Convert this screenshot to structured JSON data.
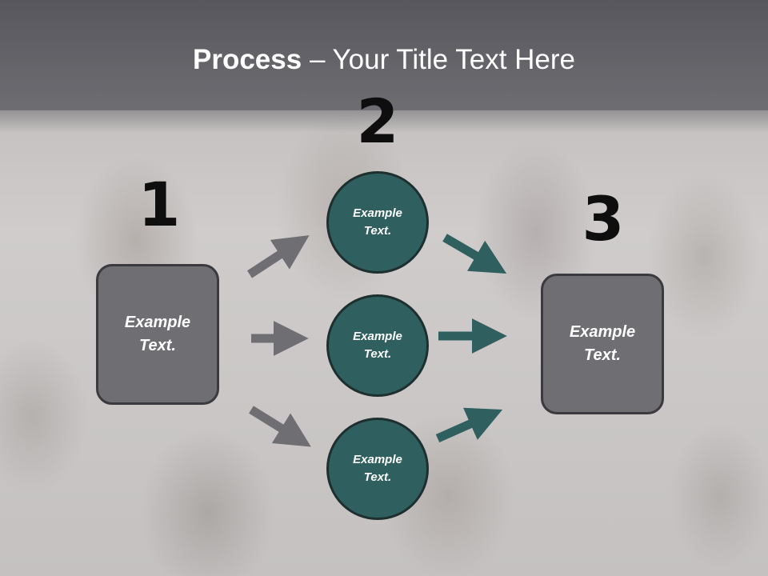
{
  "slide": {
    "title_bold": "Process",
    "title_rest": " – Your Title Text Here"
  },
  "steps": [
    {
      "number": "1",
      "text": "Example Text."
    },
    {
      "number": "2",
      "text": ""
    },
    {
      "number": "3",
      "text": "Example Text."
    }
  ],
  "circles": [
    {
      "text": "Example Text."
    },
    {
      "text": "Example Text."
    },
    {
      "text": "Example Text."
    }
  ],
  "colors": {
    "header": "#66656a",
    "box_fill": "#6f6e73",
    "circle_fill": "#2f5f5e",
    "gray_arrow": "#6f6e73",
    "teal_arrow": "#2f5f5e"
  }
}
